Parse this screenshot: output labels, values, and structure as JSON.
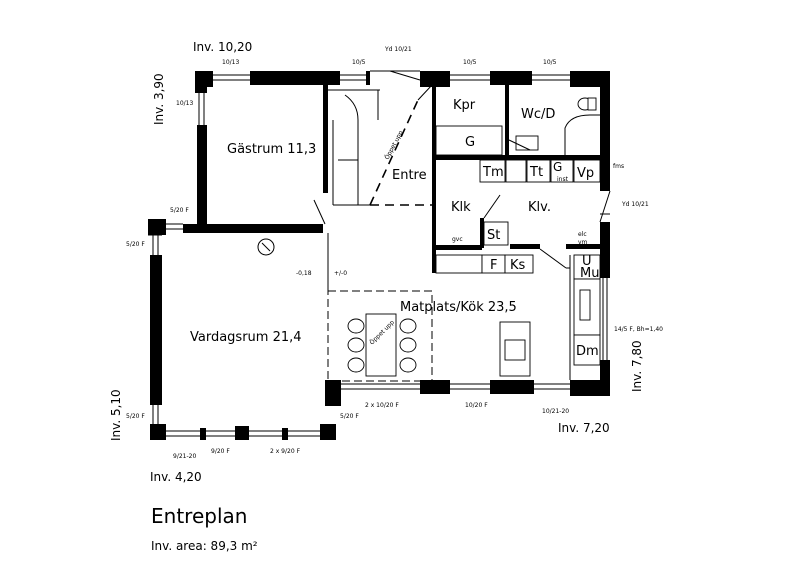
{
  "plan_title": "Entreplan",
  "area_label": "Inv. area: 89,3 m²",
  "dimensions": {
    "top": "Inv. 10,20",
    "left_upper": "Inv. 3,90",
    "left_lower": "Inv. 5,10",
    "bottom_left": "Inv. 4,20",
    "right": "Inv. 7,80",
    "bottom_right": "Inv. 7,20"
  },
  "rooms": {
    "gastrum": "Gästrum 11,3",
    "entre": "Entre",
    "kpr": "Kpr",
    "wcd": "Wc/D",
    "klk": "Klk",
    "klv": "Klv.",
    "vardagsrum": "Vardagsrum 21,4",
    "matplats": "Matplats/Kök 23,5"
  },
  "fixtures": {
    "g": "G",
    "tm": "Tm",
    "tt": "Tt",
    "g2": "G",
    "inst": "inst",
    "vp": "Vp",
    "st": "St",
    "f": "F",
    "ks": "Ks",
    "u": "U",
    "mu": "Mu",
    "dm": "Dm",
    "gvc": "gvc",
    "elc": "elc",
    "vm": "vm",
    "fms": "fms"
  },
  "window_labels": {
    "w_top1": "10/13",
    "w_top2": "10/5",
    "w_top3": "Yd 10/21",
    "w_top4": "10/5",
    "w_top5": "10/5",
    "w_left1": "10/13",
    "w_520a": "5/20 F",
    "w_520b": "5/20 F",
    "w_520c": "5/20 F",
    "w_520d": "5/20 F",
    "w_921a": "9/21-20",
    "w_920f": "9/20 F",
    "w_2x920f": "2 x 9/20 F",
    "w_2x1020f": "2 x 10/20 F",
    "w_1020f": "10/20 F",
    "w_1021_20": "10/21-20",
    "w_yd_right": "Yd 10/21",
    "w_right": "14/5 F, Bh=1,40",
    "level_a": "-0,18",
    "level_b": "+/-0",
    "stairs_up": "Öppet upp",
    "stairs_up2": "Öppet upp"
  }
}
